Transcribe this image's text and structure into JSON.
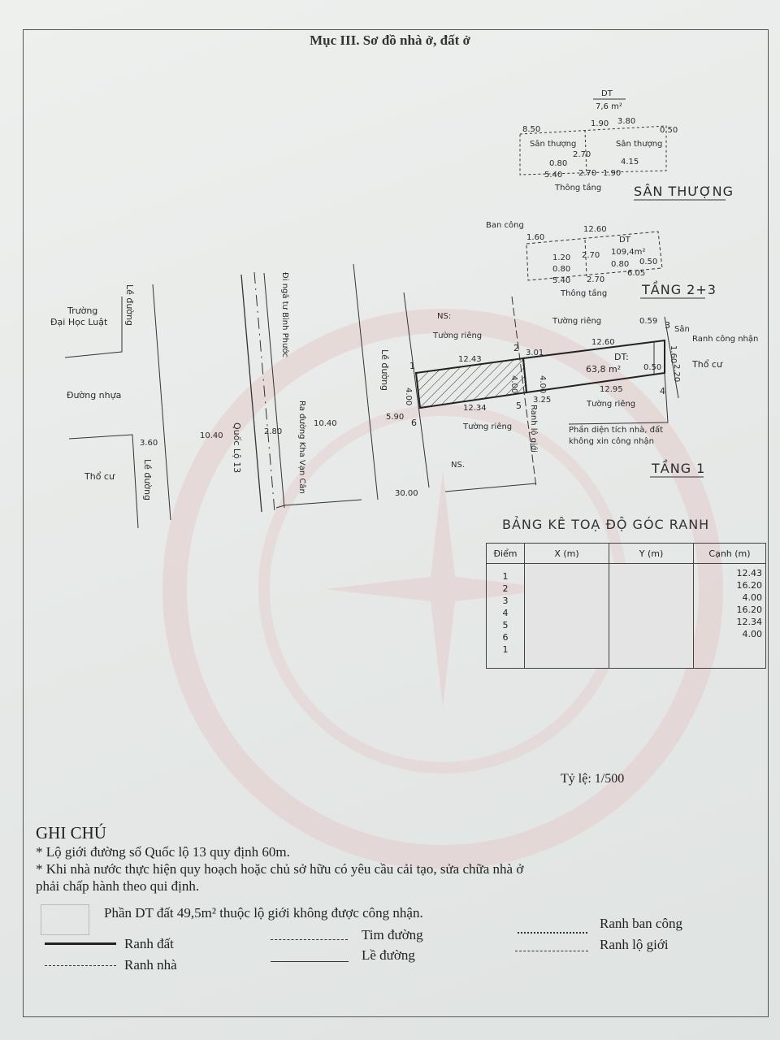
{
  "title": "Mục III. Sơ đồ nhà ở, đất ở",
  "san_thuong": {
    "heading": "SÂN THƯỢNG",
    "dt_label": "DT",
    "area": "7,6 m²",
    "labels": [
      "Sân thượng",
      "Sân thượng",
      "Thông tầng"
    ],
    "dims": [
      "8.50",
      "1.90",
      "3.80",
      "0.50",
      "2.70",
      "0.80",
      "5.40",
      "2.70",
      "1.90",
      "4.15"
    ]
  },
  "tang_23": {
    "heading": "TẦNG 2+3",
    "ban_cong": "Ban công",
    "dt_label": "DT",
    "area": "109,4m²",
    "thong_tang": "Thông tầng",
    "dims": [
      "12.60",
      "1.60",
      "1.20",
      "2.70",
      "0.80",
      "0.80",
      "0.50",
      "6.05",
      "5.40",
      "2.70"
    ]
  },
  "tang_1": {
    "heading": "TẦNG 1",
    "dt_label": "DT:",
    "area": "63,8 m²",
    "points": [
      "1",
      "2",
      "3",
      "4",
      "5",
      "6"
    ],
    "labels": {
      "ns_top": "NS:",
      "ns_bottom": "NS.",
      "tuong_rieng": "Tường riêng",
      "san": "Sân",
      "ranh_cong_nhan": "Ranh công nhận",
      "tho_cu": "Thổ cư",
      "ranh_lo_gioi": "Ranh lộ giới",
      "phan_dien_tich_1": "Phần diện tích nhà, đất",
      "phan_dien_tich_2": "không xin công nhận"
    },
    "dims": [
      "12.43",
      "3.01",
      "12.60",
      "0.59",
      "4.00",
      "4.00",
      "0.50",
      "12.34",
      "3.25",
      "12.95",
      "4.00",
      "1.60",
      "2.20"
    ]
  },
  "roads": {
    "truong": "Trường",
    "dai_hoc": "Đại Học Luật",
    "le_duong": "Lề đường",
    "duong_nhua": "Đường nhựa",
    "tho_cu": "Thổ cư",
    "quoc_lo": "Quốc Lộ 13",
    "di_nga_tu": "Đi ngã tư Bình Phước",
    "ra_duong": "Ra đường Kha Vạn Cân",
    "dims": [
      "3.60",
      "10.40",
      "2.80",
      "10.40",
      "5.90",
      "30.00"
    ]
  },
  "coord_table": {
    "title": "BẢNG KÊ TOẠ ĐỘ GÓC RANH",
    "headers": [
      "Điểm",
      "X (m)",
      "Y (m)",
      "Cạnh (m)"
    ],
    "points": [
      "1",
      "2",
      "3",
      "4",
      "5",
      "6",
      "1"
    ],
    "edges": [
      "12.43",
      "16.20",
      "4.00",
      "16.20",
      "12.34",
      "4.00"
    ]
  },
  "scale": "Tỷ lệ: 1/500",
  "notes": {
    "heading": "GHI CHÚ",
    "line1": "* Lộ giới đường số Quốc lộ 13 quy định 60m.",
    "line2": "* Khi nhà nước thực hiện quy hoạch hoặc chủ sở hữu có yêu cầu cải tạo, sửa chữa nhà ở",
    "line3": "phải chấp hành theo qui định.",
    "hatch_note": "Phần DT đất 49,5m² thuộc lộ giới không được công nhận."
  },
  "legend": {
    "ranh_dat": "Ranh đất",
    "ranh_nha": "Ranh nhà",
    "tim_duong": "Tim đường",
    "le_duong": "Lề đường",
    "ranh_ban_cong": "Ranh ban công",
    "ranh_lo_gioi": "Ranh lộ giới"
  },
  "colors": {
    "seal": "#e3c9c9",
    "ink": "#2a2a2a"
  }
}
